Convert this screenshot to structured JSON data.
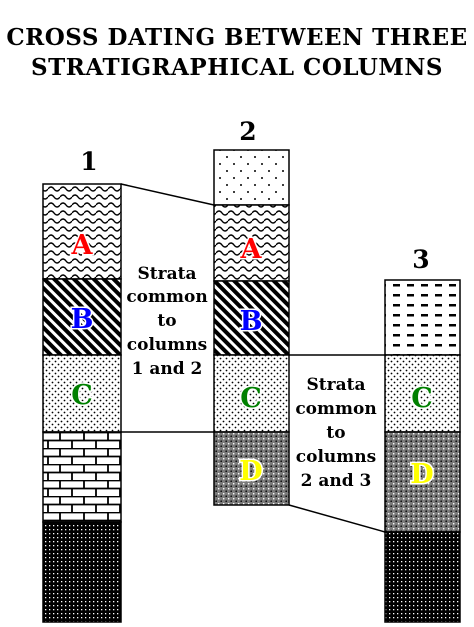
{
  "title": {
    "line1": "CROSS DATING BETWEEN THREE",
    "line2": "STRATIGRAPHICAL COLUMNS"
  },
  "columns": [
    {
      "number": "1",
      "strata": [
        "A",
        "B",
        "C"
      ]
    },
    {
      "number": "2",
      "strata": [
        "A",
        "B",
        "C",
        "D"
      ]
    },
    {
      "number": "3",
      "strata": [
        "C",
        "D"
      ]
    }
  ],
  "letter_colors": {
    "A": "#ff0000",
    "B": "#0000ff",
    "C": "#008000",
    "D": "#ffff00"
  },
  "notes": {
    "cols_1_2": [
      "Strata",
      "common",
      "to",
      "columns",
      "1 and 2"
    ],
    "cols_2_3": [
      "Strata",
      "common",
      "to",
      "columns",
      "2 and 3"
    ]
  },
  "patterns": {
    "wavy": "wavy-lines",
    "hatched": "diagonal-hatch",
    "dotted": "dots",
    "brick": "brick",
    "dense": "dark-crosshatch",
    "dashes": "short-dashes",
    "sparse_dots": "sparse-dots"
  }
}
